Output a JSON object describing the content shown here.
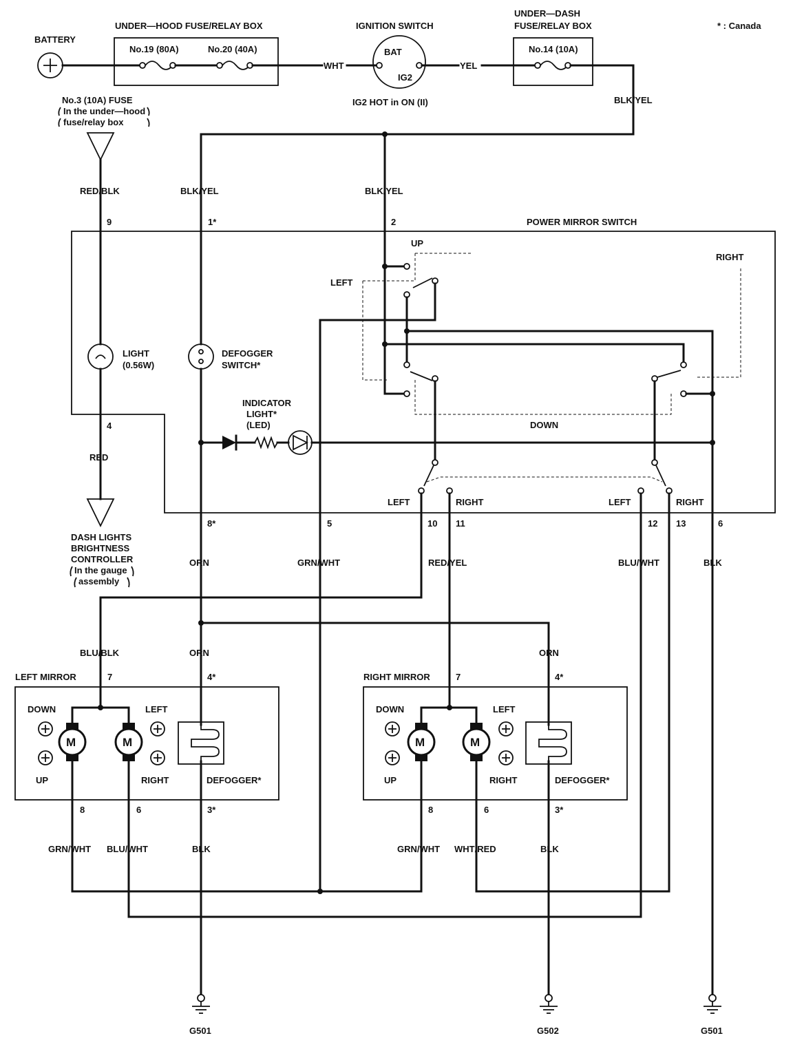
{
  "note": "* : Canada",
  "battery": "BATTERY",
  "underhood": {
    "title": "UNDER—HOOD FUSE/RELAY BOX",
    "fuse19": "No.19 (80A)",
    "fuse20": "No.20 (40A)"
  },
  "ignition": {
    "title": "IGNITION SWITCH",
    "bat": "BAT",
    "ig2": "IG2",
    "hot": "IG2 HOT in ON (II)"
  },
  "underdash": {
    "title1": "UNDER—DASH",
    "title2": "FUSE/RELAY BOX",
    "fuse14": "No.14 (10A)"
  },
  "fuse3": {
    "l1": "No.3 (10A) FUSE",
    "l2": "In the under—hood",
    "l3": "fuse/relay box"
  },
  "wires": {
    "wht": "WHT",
    "yel": "YEL",
    "blkyel": "BLK/YEL",
    "redblk": "RED/BLK",
    "red": "RED",
    "orn": "ORN",
    "grnwht": "GRN/WHT",
    "redyel": "RED/YEL",
    "bluwht": "BLU/WHT",
    "blk": "BLK",
    "blublk": "BLU/BLK",
    "whtred": "WHT/RED"
  },
  "pins": {
    "p9": "9",
    "p1": "1*",
    "p2": "2",
    "p4": "4",
    "p8": "8*",
    "p5": "5",
    "p10": "10",
    "p11": "11",
    "p12": "12",
    "p13": "13",
    "p6": "6",
    "m7": "7",
    "m4": "4*",
    "m8": "8",
    "m6": "6",
    "m3": "3*"
  },
  "switch": {
    "title": "POWER MIRROR SWITCH",
    "up": "UP",
    "left": "LEFT",
    "right": "RIGHT",
    "down": "DOWN",
    "light1": "LIGHT",
    "light2": "(0.56W)",
    "defog1": "DEFOGGER",
    "defog2": "SWITCH*",
    "ind1": "INDICATOR",
    "ind2": "LIGHT*",
    "ind3": "(LED)"
  },
  "dash": {
    "l1": "DASH LIGHTS",
    "l2": "BRIGHTNESS",
    "l3": "CONTROLLER",
    "l4": "In the gauge",
    "l5": "assembly"
  },
  "mirror": {
    "left_title": "LEFT MIRROR",
    "right_title": "RIGHT MIRROR",
    "down": "DOWN",
    "up": "UP",
    "left": "LEFT",
    "right": "RIGHT",
    "motor": "M",
    "defogger": "DEFOGGER*"
  },
  "grounds": {
    "g1": "G501",
    "g2": "G502",
    "g3": "G501"
  }
}
